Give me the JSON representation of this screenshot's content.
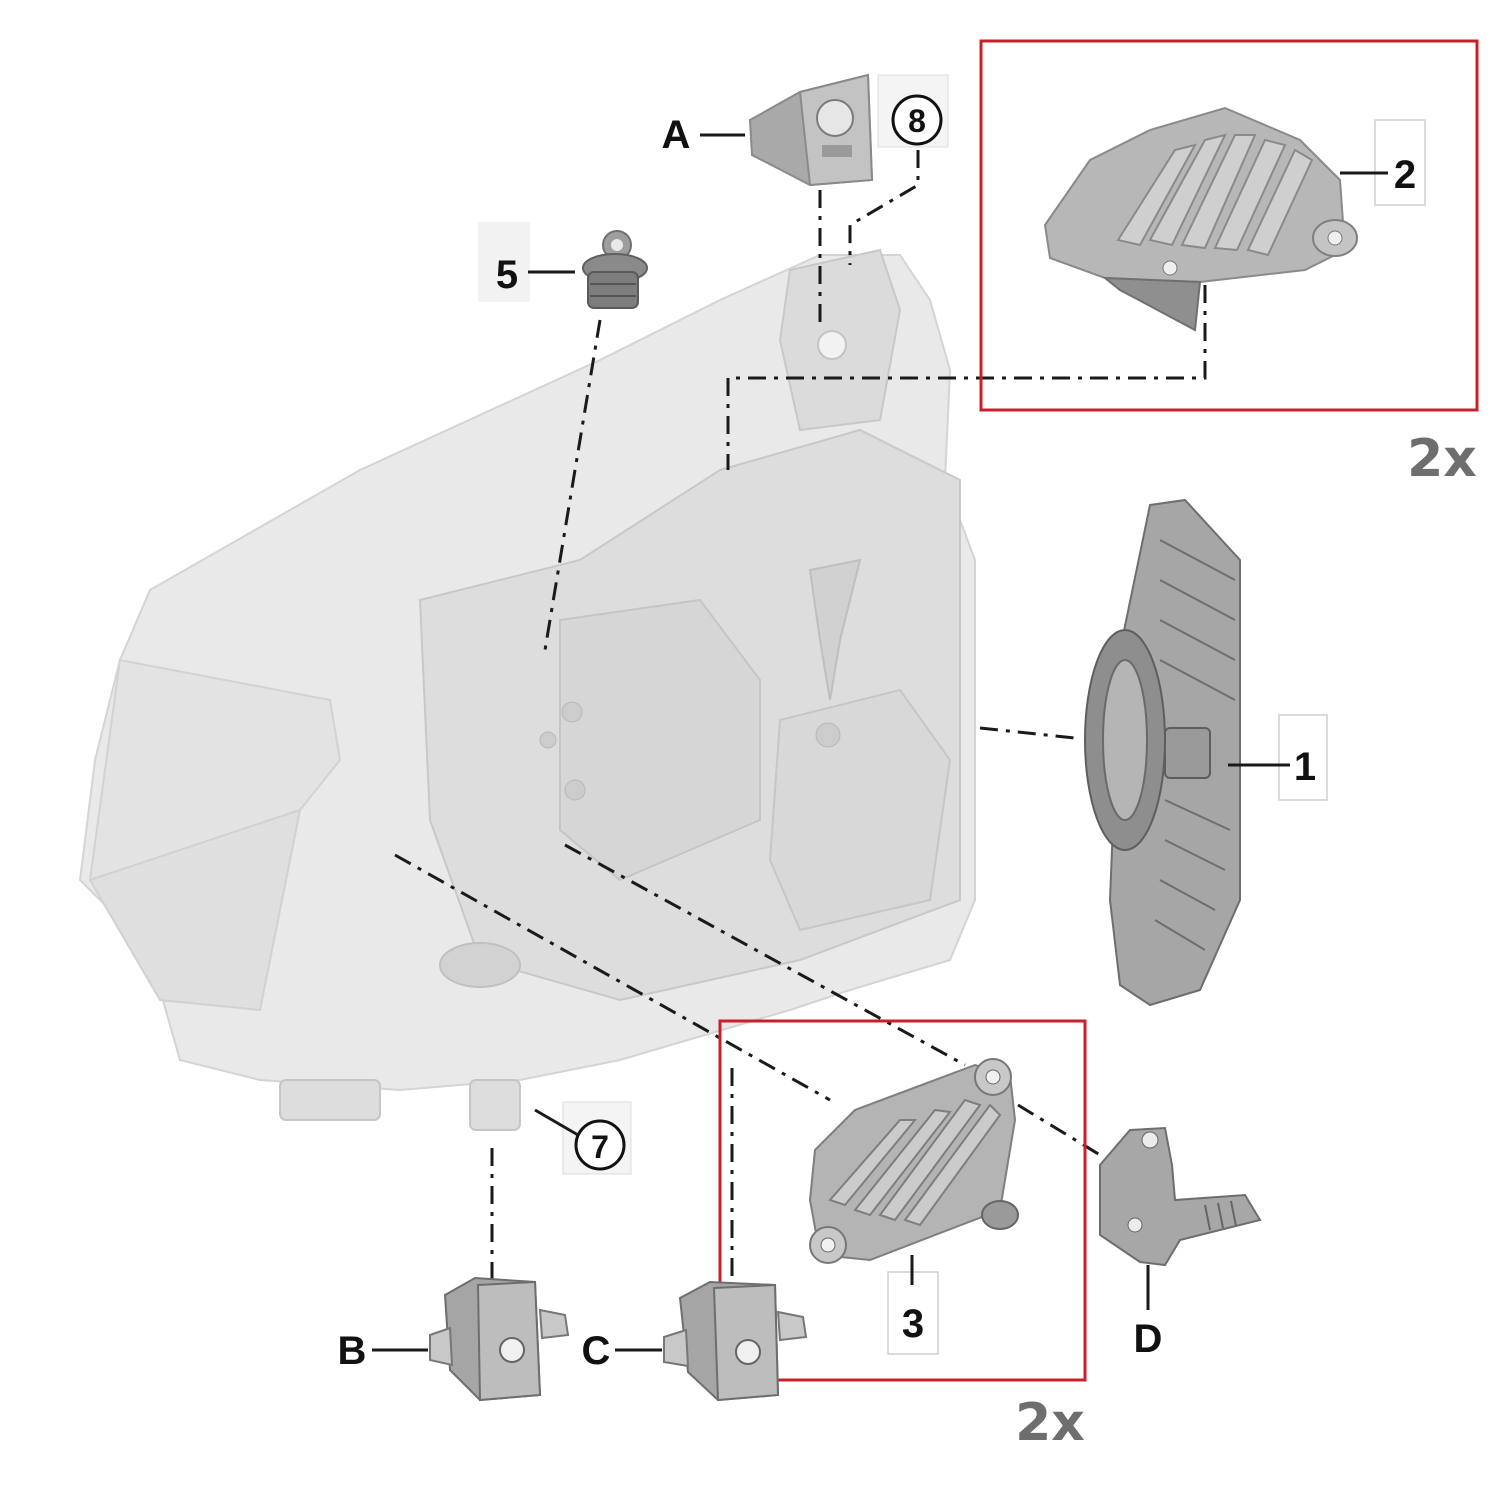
{
  "diagram": {
    "part_labels": {
      "A": "A",
      "B": "B",
      "C": "C",
      "D": "D",
      "one": "1",
      "two": "2",
      "three": "3",
      "five": "5",
      "seven": "7",
      "eight": "8"
    },
    "quantity_notes": {
      "top_right": "2x",
      "bottom": "2x"
    },
    "colors": {
      "highlight_border": "#c8202a",
      "housing_fill": "#e6e6e6",
      "part_fill": "#b4b4b4",
      "line_color": "#1a1a1a",
      "qty_text": "#6e6e6e"
    }
  }
}
